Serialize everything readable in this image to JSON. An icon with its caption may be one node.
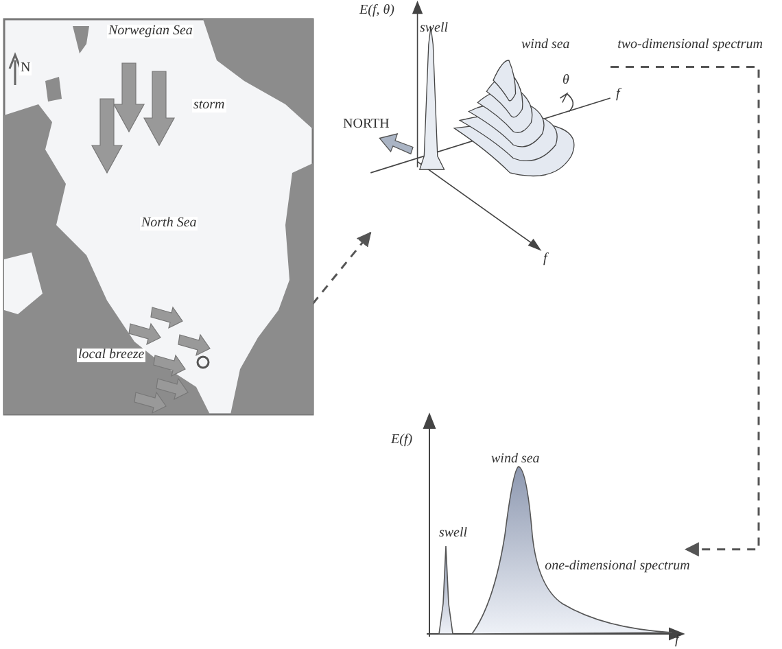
{
  "diagram": {
    "nodes": [
      {
        "text": [],
        "shape": "picture"
      },
      {
        "text": [],
        "shape": "picture",
        "beside": [
          "two-dimensional spectrum"
        ]
      },
      {
        "text": [],
        "shape": "picture",
        "beside": [
          "one-dimensional spectrum"
        ]
      }
    ],
    "edges": [
      {
        "from": 0,
        "to": 1,
        "arrow": "to",
        "style": "dashed"
      },
      {
        "from": 1,
        "to": 2,
        "arrow": "to",
        "style": "dashed"
      }
    ],
    "labels": [
      "Norwegian Sea",
      "N",
      "storm",
      "North Sea",
      "local breeze",
      "E(f, θ)",
      "swell",
      "wind sea",
      "θ",
      "f",
      "NORTH",
      "f",
      "E(f)",
      "wind sea",
      "swell",
      "f"
    ]
  }
}
